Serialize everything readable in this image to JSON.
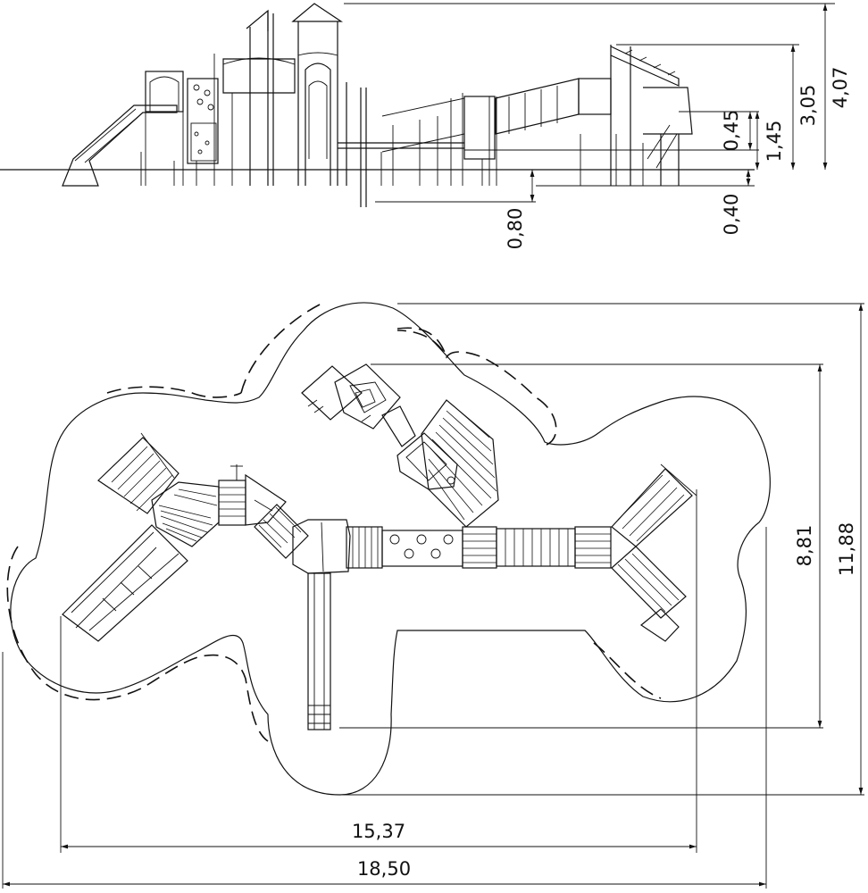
{
  "elevation": {
    "heights": {
      "total": "4,07",
      "platform_high": "3,05",
      "platform_low": "1,45",
      "step": "0,45"
    },
    "depths": {
      "post_depth": "0,80",
      "footing": "0,40"
    }
  },
  "plan": {
    "safety_depth": "11,88",
    "equipment_depth": "8,81",
    "equipment_width": "15,37",
    "safety_width": "18,50"
  }
}
